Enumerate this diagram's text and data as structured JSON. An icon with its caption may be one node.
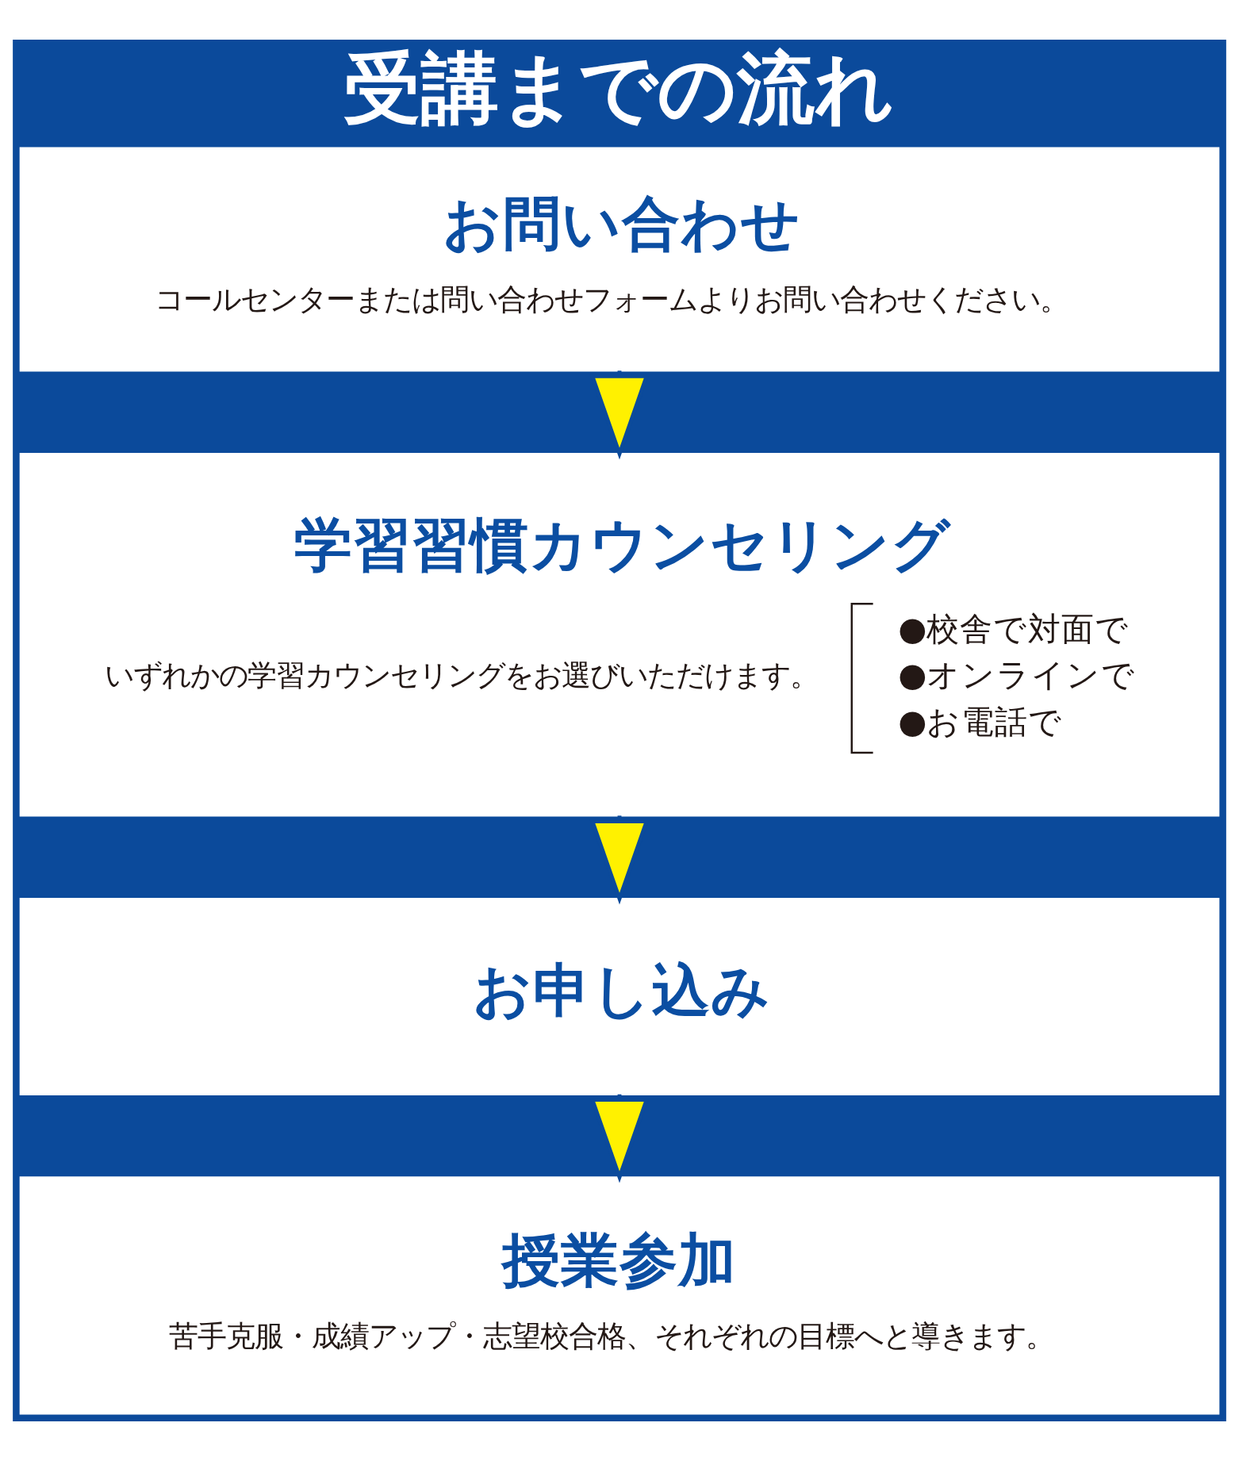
{
  "diagram": {
    "title": "受講までの流れ",
    "nodes": [
      {
        "text": [
          "お問い合わせ",
          "コールセンターまたは問い合わせフォームよりお問い合わせください。"
        ]
      },
      {
        "text": [
          "学習習慣カウンセリング",
          "いずれかの学習カウンセリングをお選びいただけます。",
          "●校舎で対面で",
          "●オンラインで",
          "●お電話で"
        ]
      },
      {
        "text": [
          "お申し込み"
        ]
      },
      {
        "text": [
          "授業参加",
          "苦手克服・成績アップ・志望校合格、それぞれの目標へと導きます。"
        ]
      }
    ],
    "edges": [
      {
        "from": 0,
        "to": 1,
        "arrow": "to"
      },
      {
        "from": 1,
        "to": 2,
        "arrow": "to"
      },
      {
        "from": 2,
        "to": 3,
        "arrow": "to"
      }
    ]
  }
}
